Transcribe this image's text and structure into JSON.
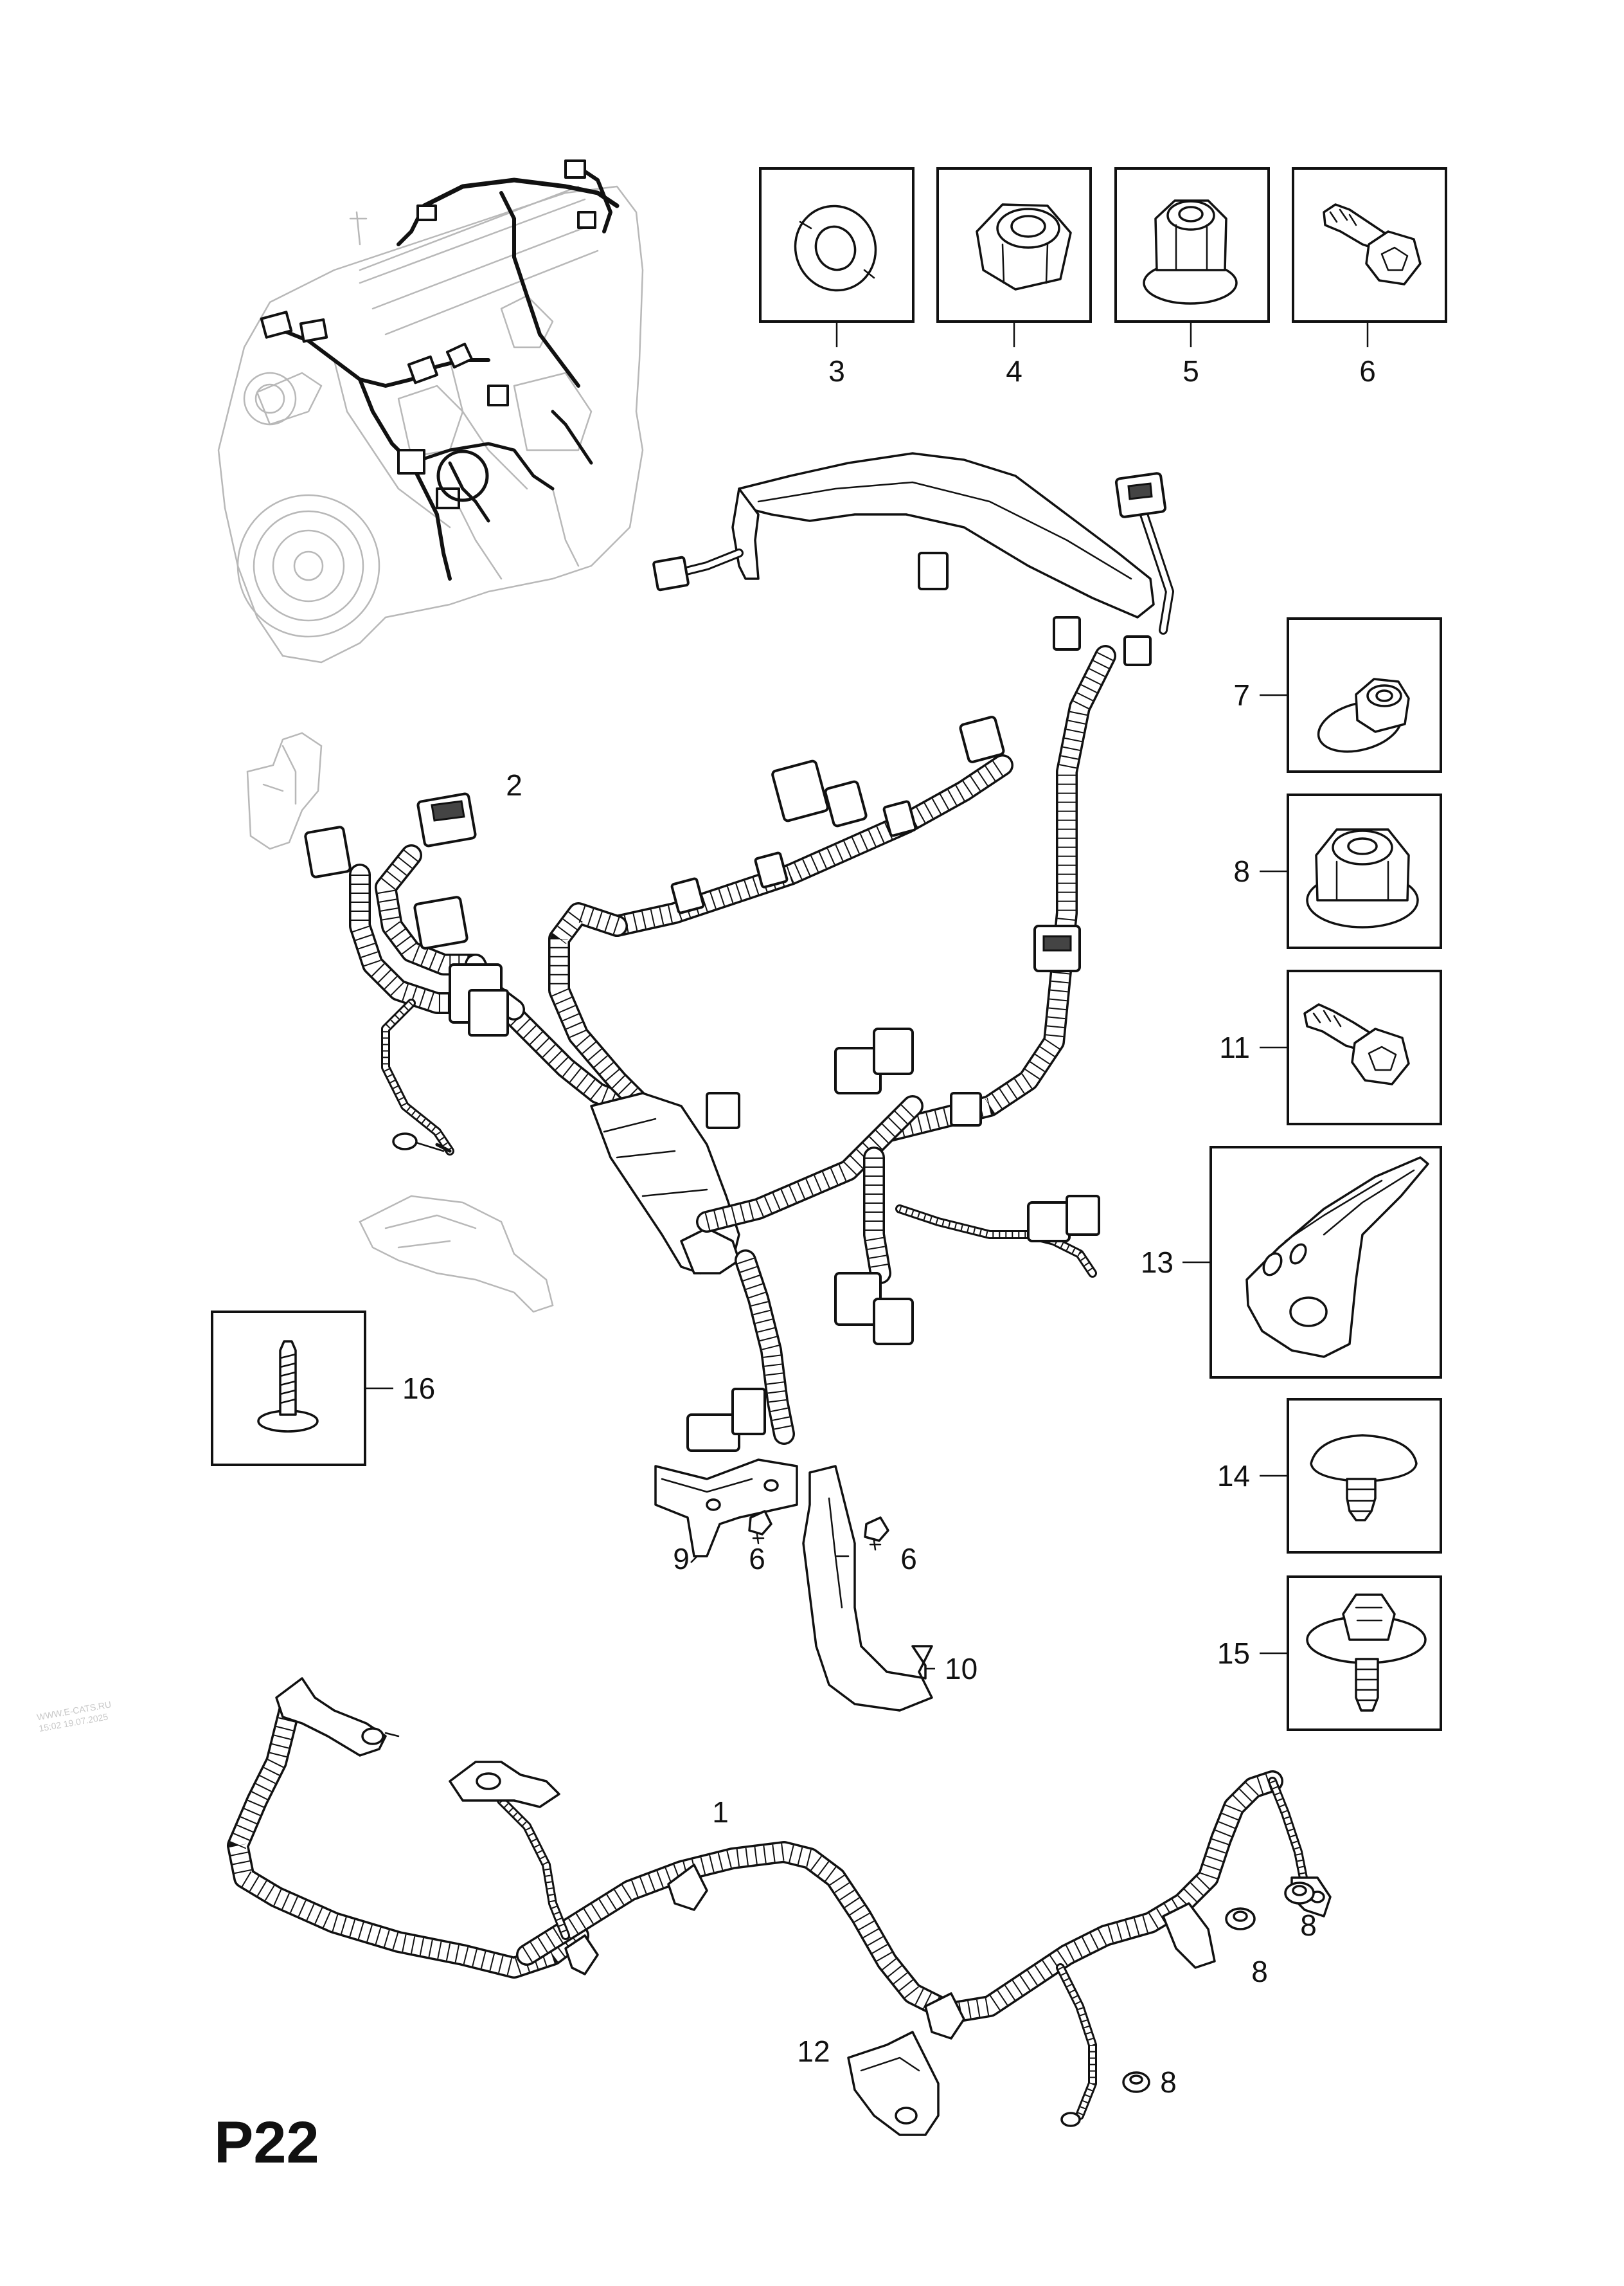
{
  "page_code": "P22",
  "watermark": {
    "line1": "WWW.E-CATS.RU",
    "line2": "15:02 19.07.2025"
  },
  "callouts": {
    "c1": "1",
    "c2": "2",
    "c3": "3",
    "c4": "4",
    "c5": "5",
    "c6_top": "6",
    "c7": "7",
    "c8_right": "8",
    "c11": "11",
    "c13": "13",
    "c14": "14",
    "c15": "15",
    "c16": "16",
    "c9": "9",
    "c6_a": "6",
    "c6_b": "6",
    "c10": "10",
    "c8_a": "8",
    "c8_b": "8",
    "c8_c": "8",
    "c12": "12"
  }
}
